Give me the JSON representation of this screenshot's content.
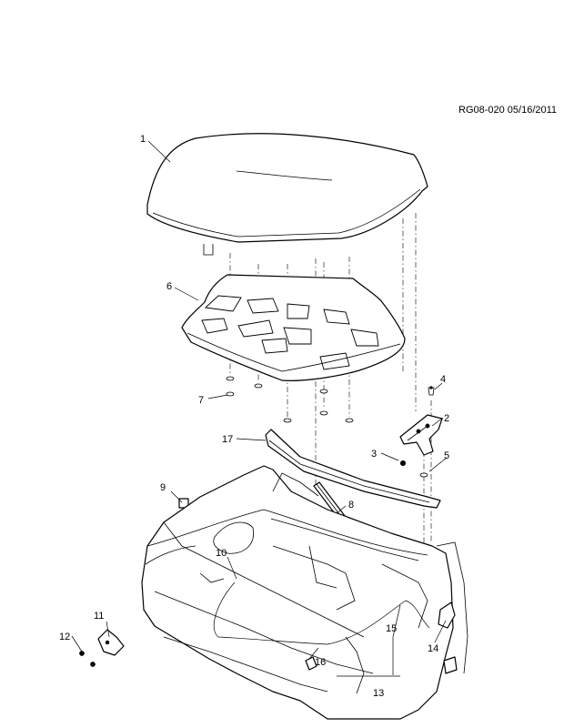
{
  "doc_id": "RG08-020 05/16/2011",
  "callouts": [
    "1",
    "2",
    "3",
    "4",
    "5",
    "6",
    "7",
    "8",
    "9",
    "10",
    "11",
    "12",
    "13",
    "14",
    "15",
    "16",
    "17"
  ]
}
